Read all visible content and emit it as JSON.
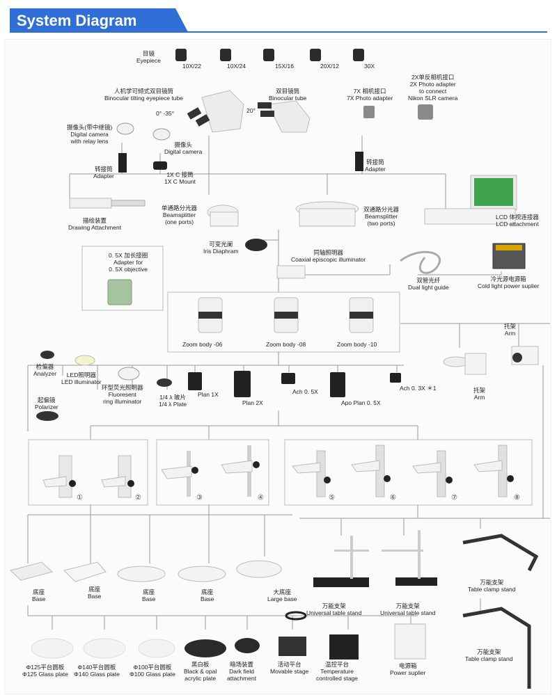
{
  "header": {
    "title": "System Diagram"
  },
  "eyepiece": {
    "zh": "目镜",
    "en": "Eyepiece",
    "models": [
      "10X/22",
      "10X/24",
      "15X/16",
      "20X/12",
      "30X"
    ]
  },
  "binocular_tilting": {
    "zh": "人机学可倾式双目镜筒",
    "en": "Binocular tilting eyepiece tube",
    "angle": "0°  -35°"
  },
  "binocular_tube": {
    "zh": "双目镜筒",
    "en": "Binocular tube",
    "angle": "20°"
  },
  "photo7x": {
    "zh": "7X 相机接口",
    "en": "7X Photo adapter"
  },
  "photo2x": {
    "zh": "2X单反相机接口",
    "en1": "2X Photo adapter",
    "en2": "to connect",
    "en3": "Nikon SLR camera"
  },
  "digital_relay": {
    "zh": "摄像头(带中继镜)",
    "en1": "Digital camera",
    "en2": "with relay lens"
  },
  "digital_camera": {
    "zh": "摄像头",
    "en": "Digital camera"
  },
  "adapter_left": {
    "zh": "转接筒",
    "en": "Adapter"
  },
  "cmount": {
    "zh": "1X C 接筒",
    "en": "1X C Mount"
  },
  "adapter_right": {
    "zh": "转接筒",
    "en": "Adapter"
  },
  "lcd": {
    "zh": "LCD 体视连接器",
    "en": "LCD attachment"
  },
  "drawing": {
    "zh": "描绘装置",
    "en": "Drawing Attachment"
  },
  "beam_one": {
    "zh": "单通路分光器",
    "en1": "Beamsplitter",
    "en2": "(one ports)"
  },
  "beam_two": {
    "zh": "双通路分光器",
    "en1": "Beamsplitter",
    "en2": "(two ports)"
  },
  "iris": {
    "zh": "可变光阑",
    "en": "Iris Diaphram"
  },
  "coaxial": {
    "zh": "同轴照明器",
    "en": "Coaxial episcopic illuminator"
  },
  "adapter05": {
    "zh": "0. 5X 加长接圈",
    "en1": "Adapter for",
    "en2": "0. 5X objective"
  },
  "light_guide": {
    "zh": "双管光纤",
    "en": "Dual light guide"
  },
  "cold_light": {
    "zh": "冷光源电源箱",
    "en": "Cold light power suplier"
  },
  "zoom_bodies": [
    "Zoom body -06",
    "Zoom body -08",
    "Zoom body -10"
  ],
  "arm_top": {
    "zh": "托架",
    "en": "Arm"
  },
  "arm_bottom": {
    "zh": "托架",
    "en": "Arm"
  },
  "analyzer": {
    "zh": "检偏器",
    "en": "Analyzer"
  },
  "led": {
    "zh": "LED照明器",
    "en": "LED illuminator"
  },
  "fluorescent": {
    "zh": "环型荧光照明器",
    "en1": "Fluoresent",
    "en2": "ring illuminator"
  },
  "plate": {
    "zh": "1/4 λ 玻片",
    "en": "1/4 λ Plate"
  },
  "polarizer": {
    "zh": "起偏镜",
    "en": "Polarizer"
  },
  "objectives": [
    "Plan 1X",
    "Plan 2X",
    "Ach 0. 5X",
    "Apo Plan 0. 5X",
    "Ach 0. 3X ＊1"
  ],
  "stand_numbers": [
    "①",
    "②",
    "③",
    "④",
    "⑤",
    "⑥",
    "⑦",
    "⑧"
  ],
  "bases": [
    {
      "zh": "底座",
      "en": "Base"
    },
    {
      "zh": "底座",
      "en": "Base"
    },
    {
      "zh": "底座",
      "en": "Base"
    },
    {
      "zh": "底座",
      "en": "Base"
    },
    {
      "zh": "大底座",
      "en": "Large base"
    }
  ],
  "universal1": {
    "zh": "万能支架",
    "en": "Universal table stand"
  },
  "universal2": {
    "zh": "万能支架",
    "en": "Universal table stand"
  },
  "clamp1": {
    "zh": "万能支架",
    "en": "Table clamp stand"
  },
  "clamp2": {
    "zh": "万能支架",
    "en": "Table clamp stand"
  },
  "plates": [
    {
      "zh": "Φ125平台圆板",
      "en": "Φ125 Glass plate"
    },
    {
      "zh": "Φ140平台圆板",
      "en": "Φ140 Glass plate"
    },
    {
      "zh": "Φ100平台圆板",
      "en": "Φ100 Glass plate"
    },
    {
      "zh": "黑白板",
      "en1": "Black & opal",
      "en2": "acrylic plate"
    },
    {
      "zh": "暗场装置",
      "en1": "Dark field",
      "en2": "attachment"
    },
    {
      "zh": "活动平台",
      "en": "Movable stage"
    },
    {
      "zh": "温控平台",
      "en1": "Temperature",
      "en2": "controlled stage"
    },
    {
      "zh": "电源箱",
      "en": "Power suplier"
    }
  ],
  "colors": {
    "accent": "#2f6fd6",
    "line": "#9a9a9a",
    "box": "#bdbdbd"
  }
}
